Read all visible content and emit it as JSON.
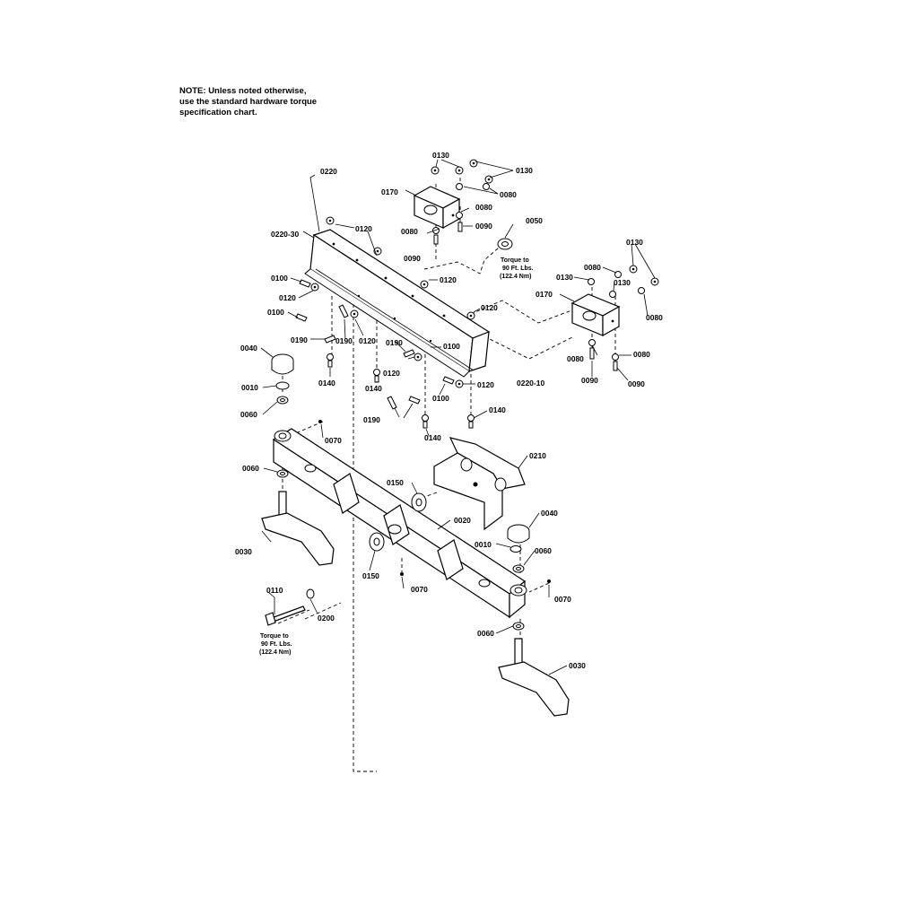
{
  "note": {
    "lines": [
      "NOTE: Unless noted otherwise,",
      "use the standard hardware torque",
      "specification chart."
    ]
  },
  "torque_notes": {
    "upper": [
      "Torque to",
      "90 Ft. Lbs.",
      "(122.4 Nm)"
    ],
    "lower": [
      "Torque to",
      "90 Ft. Lbs.",
      "(122.4 Nm)"
    ]
  },
  "labels": {
    "l0220": "0220",
    "l0220_30": "0220-30",
    "l0220_10": "0220-10",
    "l0130_a": "0130",
    "l0130_b": "0130",
    "l0130_c": "0130",
    "l0130_d": "0130",
    "l0130_e": "0130",
    "l0170_a": "0170",
    "l0170_b": "0170",
    "l0080_a": "0080",
    "l0080_b": "0080",
    "l0080_c": "0080",
    "l0080_d": "0080",
    "l0080_e": "0080",
    "l0080_f": "0080",
    "l0080_g": "0080",
    "l0090_a": "0090",
    "l0090_b": "0090",
    "l0090_c": "0090",
    "l0090_d": "0090",
    "l0050": "0050",
    "l0120_a": "0120",
    "l0120_b": "0120",
    "l0120_c": "0120",
    "l0120_d": "0120",
    "l0120_e": "0120",
    "l0120_f": "0120",
    "l0120_g": "0120",
    "l0100_a": "0100",
    "l0100_b": "0100",
    "l0100_c": "0100",
    "l0100_d": "0100",
    "l0190_a": "0190",
    "l0190_b": "0190",
    "l0190_c": "0190",
    "l0190_d": "0190",
    "l0140_a": "0140",
    "l0140_b": "0140",
    "l0140_c": "0140",
    "l0140_d": "0140",
    "l0040_a": "0040",
    "l0040_b": "0040",
    "l0010_a": "0010",
    "l0010_b": "0010",
    "l0060_a": "0060",
    "l0060_b": "0060",
    "l0060_c": "0060",
    "l0060_d": "0060",
    "l0070_a": "0070",
    "l0070_b": "0070",
    "l0070_c": "0070",
    "l0210": "0210",
    "l0150_a": "0150",
    "l0150_b": "0150",
    "l0020": "0020",
    "l0030_a": "0030",
    "l0030_b": "0030",
    "l0110": "0110",
    "l0200": "0200"
  }
}
